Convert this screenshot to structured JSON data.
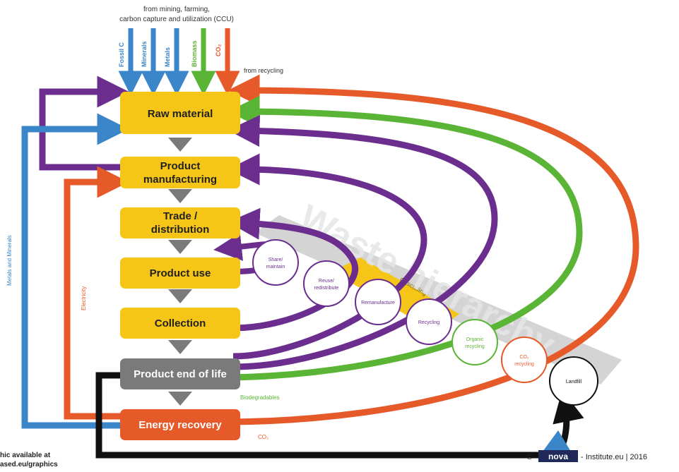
{
  "header": {
    "line1": "from mining, farming,",
    "line2": "carbon capture and utilization (CCU)"
  },
  "inputs": [
    {
      "label": "Fossil C",
      "color": "#3b86c8"
    },
    {
      "label": "Minerals",
      "color": "#3b86c8"
    },
    {
      "label": "Metals",
      "color": "#3b86c8"
    },
    {
      "label": "Biomass",
      "color": "#5ab435"
    },
    {
      "label": "CO₂",
      "color": "#e65a2a"
    }
  ],
  "from_recycling": "from recycling",
  "boxes": [
    {
      "line1": "Raw material",
      "line2": ""
    },
    {
      "line1": "Product",
      "line2": "manufacturing"
    },
    {
      "line1": "Trade /",
      "line2": "distribution"
    },
    {
      "line1": "Product use",
      "line2": ""
    },
    {
      "line1": "Collection",
      "line2": ""
    },
    {
      "line1": "Product end of life",
      "line2": ""
    },
    {
      "line1": "Energy recovery",
      "line2": ""
    }
  ],
  "circles": [
    {
      "line1": "Share/",
      "line2": "maintain",
      "color": "#6b2e8f"
    },
    {
      "line1": "Reuse/",
      "line2": "redistribute",
      "color": "#6b2e8f"
    },
    {
      "line1": "Remanufacture",
      "line2": "",
      "color": "#6b2e8f"
    },
    {
      "line1": "Recycling",
      "line2": "",
      "color": "#6b2e8f"
    },
    {
      "line1": "Organic",
      "line2": "recycling",
      "color": "#5ab435"
    },
    {
      "line1": "CO₂",
      "line2": "recycling",
      "color": "#e65a2a"
    },
    {
      "line1": "Landfill",
      "line2": "",
      "color": "#111111"
    }
  ],
  "labels": {
    "waste_hierarchy": "Waste hierarchy",
    "cascading": "Cascading",
    "metals_minerals": "Metals and Minerals",
    "electricity": "Electricity",
    "biodegradables": "Biodegradables",
    "co2_bottom": "CO₂",
    "graphic_line1": "hic available at",
    "graphic_line2": "ased.eu/graphics",
    "copyright": "©",
    "logo": "nova",
    "credit": "- Institute.eu | 2016"
  },
  "colors": {
    "box_yellow": "#f5c518",
    "box_grey": "#7a7a7a",
    "box_orange": "#e65a2a",
    "purple": "#6b2e8f",
    "green": "#5ab435",
    "orange": "#e65a2a",
    "blue": "#3b86c8",
    "black": "#111111"
  }
}
